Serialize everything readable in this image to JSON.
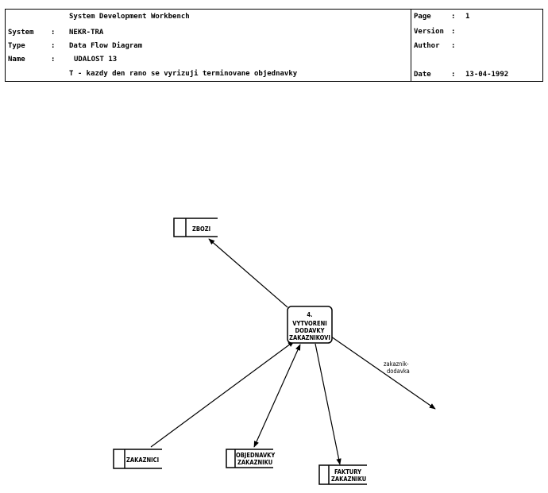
{
  "header": {
    "product": "System Development Workbench",
    "fields": [
      {
        "label": "System",
        "value": "NEKR-TRA"
      },
      {
        "label": "Type",
        "value": "Data Flow Diagram"
      },
      {
        "label": "Name",
        "value": "UDALOST 13"
      }
    ],
    "description": "T - kazdy den rano se vyrizuji terminovane objednavky",
    "right": {
      "page_label": "Page",
      "page_value": "1",
      "version_label": "Version",
      "version_value": "",
      "author_label": "Author",
      "author_value": "",
      "date_label": "Date",
      "date_value": "13-04-1992"
    }
  },
  "diagram": {
    "process": {
      "number": "4.",
      "lines": [
        "VYTVORENI",
        "DODAVKY",
        "ZAKAZNIKOVI"
      ]
    },
    "stores": {
      "zbozi": [
        "ZBOZI"
      ],
      "zakaznici": [
        "ZAKAZNICI"
      ],
      "objednavky": [
        "OBJEDNAVKY",
        "ZAKAZNIKU"
      ],
      "faktury": [
        "FAKTURY",
        "ZAKAZNIKU"
      ]
    },
    "flow_label": [
      "zakaznik-",
      "dodavka"
    ]
  }
}
